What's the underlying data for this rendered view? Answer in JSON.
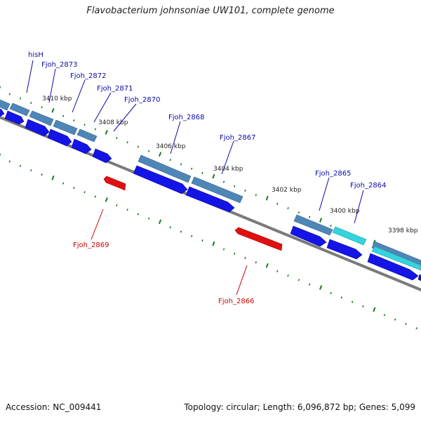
{
  "title": "Flavobacterium johnsoniae UW101, complete genome",
  "footer": {
    "accession": "Accession: NC_009441",
    "summary": "Topology: circular; Length: 6,096,872 bp; Genes: 5,099"
  },
  "colors": {
    "backbone": "#7a7a7a",
    "tick": "#1a7a1a",
    "gene_upper": "#4f86b8",
    "gene_upper_alt": "#33d4dd",
    "gene_lower": "#1414e6",
    "gene_reverse": "#e01010",
    "label_forward": "#0a0aa8",
    "label_reverse": "#cc0000"
  },
  "scale_labels": [
    "3410 kbp",
    "3408 kbp",
    "3406 kbp",
    "3404 kbp",
    "3402 kbp",
    "3400 kbp",
    "3398 kbp"
  ],
  "genes_forward": [
    {
      "name": "hisH"
    },
    {
      "name": "Fjoh_2873"
    },
    {
      "name": "Fjoh_2872"
    },
    {
      "name": "Fjoh_2871"
    },
    {
      "name": "Fjoh_2870"
    },
    {
      "name": "Fjoh_2868"
    },
    {
      "name": "Fjoh_2867"
    },
    {
      "name": "Fjoh_2865"
    },
    {
      "name": "Fjoh_2864"
    }
  ],
  "genes_reverse": [
    {
      "name": "Fjoh_2869"
    },
    {
      "name": "Fjoh_2866"
    }
  ]
}
